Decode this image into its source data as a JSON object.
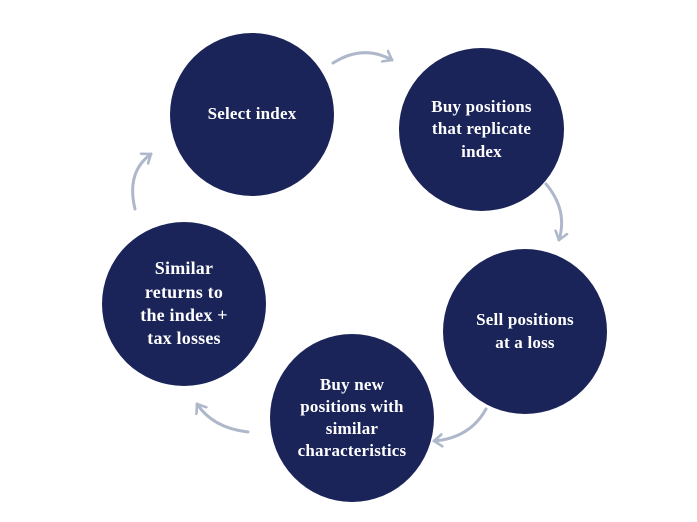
{
  "diagram": {
    "type": "cycle",
    "flow_direction": "clockwise",
    "colors": {
      "circle": "#1a2458",
      "text": "#ffffff",
      "arrow": "#aeb8ca",
      "background": "#ffffff"
    },
    "steps": [
      {
        "name": "select-index",
        "label": "Select index"
      },
      {
        "name": "buy-positions-that-replicate-index",
        "label": "Buy positions\nthat replicate\nindex"
      },
      {
        "name": "sell-positions-at-a-loss",
        "label": "Sell positions\nat a loss"
      },
      {
        "name": "buy-new-positions-with-similar-characteristics",
        "label": "Buy new\npositions with\nsimilar\ncharacteristics"
      },
      {
        "name": "similar-returns-to-the-index-plus-tax-losses",
        "label": "Similar\nreturns to\nthe index +\ntax losses"
      }
    ],
    "arrows": [
      {
        "name": "arrow-select-index-to-buy-positions",
        "from": "select-index",
        "to": "buy-positions-that-replicate-index"
      },
      {
        "name": "arrow-buy-positions-to-sell-positions",
        "from": "buy-positions-that-replicate-index",
        "to": "sell-positions-at-a-loss"
      },
      {
        "name": "arrow-sell-positions-to-buy-new-positions",
        "from": "sell-positions-at-a-loss",
        "to": "buy-new-positions-with-similar-characteristics"
      },
      {
        "name": "arrow-buy-new-positions-to-similar-returns",
        "from": "buy-new-positions-with-similar-characteristics",
        "to": "similar-returns-to-the-index-plus-tax-losses"
      },
      {
        "name": "arrow-similar-returns-to-select-index",
        "from": "similar-returns-to-the-index-plus-tax-losses",
        "to": "select-index"
      }
    ]
  }
}
